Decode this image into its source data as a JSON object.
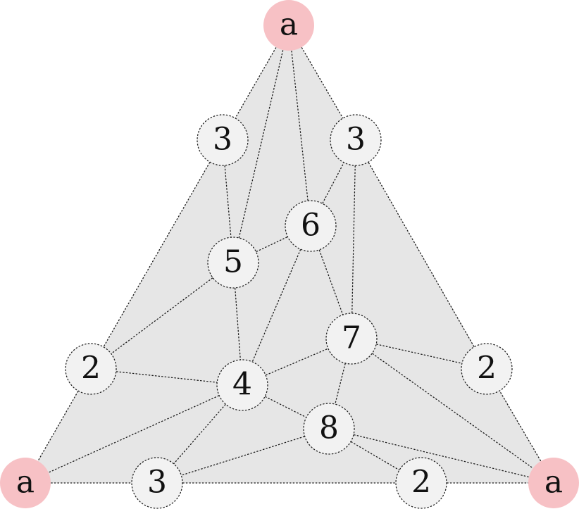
{
  "colors": {
    "face_fill": "#e6e6e6",
    "node_fill": "#f2f2f2",
    "corner_fill": "#f7c1c5",
    "node_border": "#222222"
  },
  "nodes": [
    {
      "id": "top",
      "label": "a",
      "corner": true
    },
    {
      "id": "left",
      "label": "a",
      "corner": true
    },
    {
      "id": "right",
      "label": "a",
      "corner": true
    },
    {
      "id": "n3a",
      "label": "3",
      "corner": false
    },
    {
      "id": "n3b",
      "label": "3",
      "corner": false
    },
    {
      "id": "n6",
      "label": "6",
      "corner": false
    },
    {
      "id": "n5",
      "label": "5",
      "corner": false
    },
    {
      "id": "n7",
      "label": "7",
      "corner": false
    },
    {
      "id": "n2l",
      "label": "2",
      "corner": false
    },
    {
      "id": "n4",
      "label": "4",
      "corner": false
    },
    {
      "id": "n2r",
      "label": "2",
      "corner": false
    },
    {
      "id": "n8",
      "label": "8",
      "corner": false
    },
    {
      "id": "n3c",
      "label": "3",
      "corner": false
    },
    {
      "id": "n2b",
      "label": "2",
      "corner": false
    }
  ],
  "edges": [
    [
      "top",
      "n3a"
    ],
    [
      "top",
      "n3b"
    ],
    [
      "top",
      "n5"
    ],
    [
      "top",
      "n6"
    ],
    [
      "n3a",
      "n2l"
    ],
    [
      "n2l",
      "left"
    ],
    [
      "left",
      "n3c"
    ],
    [
      "n3c",
      "n2b"
    ],
    [
      "n2b",
      "right"
    ],
    [
      "right",
      "n2r"
    ],
    [
      "n2r",
      "n3b"
    ],
    [
      "n3a",
      "n5"
    ],
    [
      "n5",
      "n6"
    ],
    [
      "n6",
      "n3b"
    ],
    [
      "n3b",
      "n7"
    ],
    [
      "n6",
      "n7"
    ],
    [
      "n6",
      "n4"
    ],
    [
      "n5",
      "n2l"
    ],
    [
      "n5",
      "n4"
    ],
    [
      "n2l",
      "n4"
    ],
    [
      "n4",
      "left"
    ],
    [
      "n4",
      "n3c"
    ],
    [
      "n4",
      "n7"
    ],
    [
      "n4",
      "n8"
    ],
    [
      "n7",
      "n8"
    ],
    [
      "n7",
      "n2r"
    ],
    [
      "n7",
      "right"
    ],
    [
      "n8",
      "n3c"
    ],
    [
      "n8",
      "n2b"
    ],
    [
      "n8",
      "right"
    ]
  ]
}
